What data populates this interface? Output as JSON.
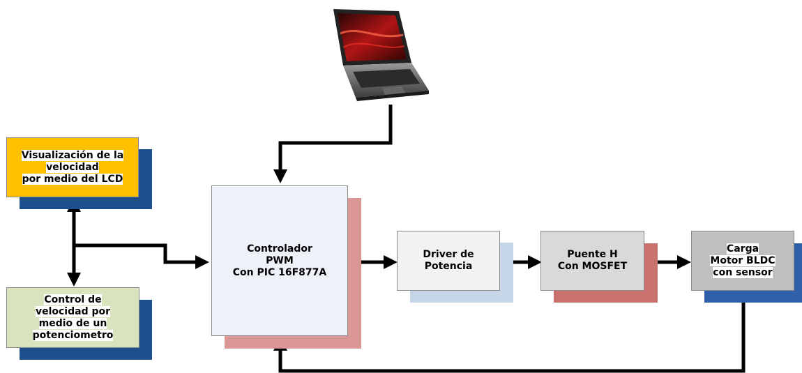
{
  "nodes": {
    "lcd": {
      "label": "Visualización de la\nvelocidad\npor medio del LCD",
      "fill": "#ffc000",
      "shadow": "#1f4e8c"
    },
    "pot": {
      "label": "Control de\nvelocidad por\nmedio de un\npotenciometro",
      "fill": "#d7e4bd",
      "shadow": "#1f4e8c"
    },
    "controller": {
      "label": "Controlador\nPWM\nCon PIC 16F877A",
      "fill": "#eef1f7",
      "shadow": "#d99694"
    },
    "driver": {
      "label": "Driver de\nPotencia",
      "fill": "#f2f2f2",
      "shadow": "#c6d5e8"
    },
    "bridge": {
      "label": "Puente H\nCon MOSFET",
      "fill": "#d9d9d9",
      "shadow": "#c9716d"
    },
    "motor": {
      "label": "Carga\nMotor BLDC\ncon sensor",
      "fill": "#bfbfbf",
      "shadow": "#2e5fa8"
    }
  },
  "laptop": {
    "icon": "laptop-icon"
  }
}
